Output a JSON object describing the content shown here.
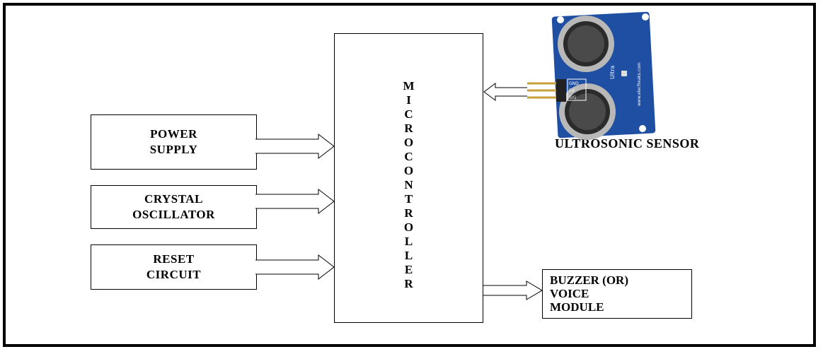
{
  "blocks": {
    "power_supply": [
      "POWER",
      "SUPPLY"
    ],
    "crystal_oscillator": [
      "CRYSTAL",
      "OSCILLATOR"
    ],
    "reset_circuit": [
      "RESET",
      "CIRCUIT"
    ],
    "buzzer": [
      "BUZZER (OR)",
      "VOICE",
      "MODULE"
    ]
  },
  "microcontroller": {
    "letters": [
      "M",
      "I",
      "C",
      "R",
      "O",
      "C",
      "O",
      "N",
      "T",
      "R",
      "O",
      "L",
      "L",
      "E",
      "R"
    ]
  },
  "sensor": {
    "label": "ULTROSONIC SENSOR",
    "pin_labels": [
      "GND",
      "5V",
      "SIG"
    ],
    "board_text": "www.elecfreaks.com",
    "board_model": "Ultra",
    "board_color": "#1f4fa3"
  },
  "colors": {
    "line": "#000000",
    "board": "#1f4fa3",
    "transducer": "#8a8a8a"
  }
}
